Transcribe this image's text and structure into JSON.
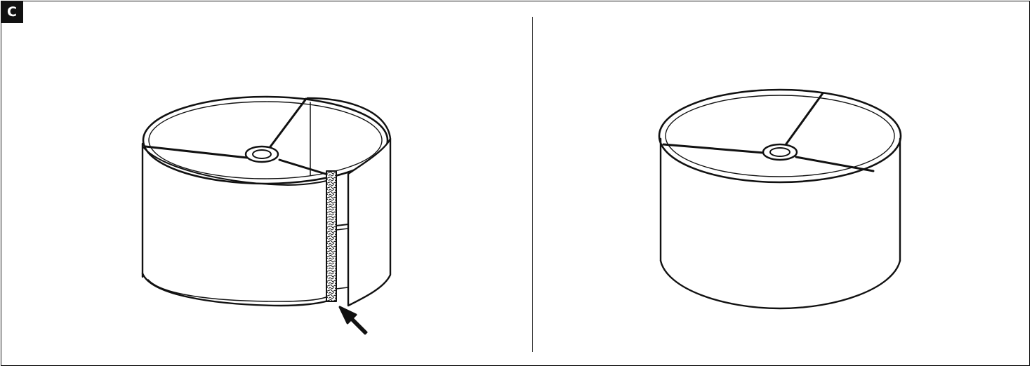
{
  "step": {
    "label": "C"
  },
  "panels": [
    {
      "name": "left-panel",
      "content": "lampshade-with-open-seam-and-adhesive-strip",
      "callout": "arrow-icon"
    },
    {
      "name": "right-panel",
      "content": "assembled-lampshade"
    }
  ],
  "colors": {
    "line": "#111111",
    "background": "#ffffff"
  }
}
